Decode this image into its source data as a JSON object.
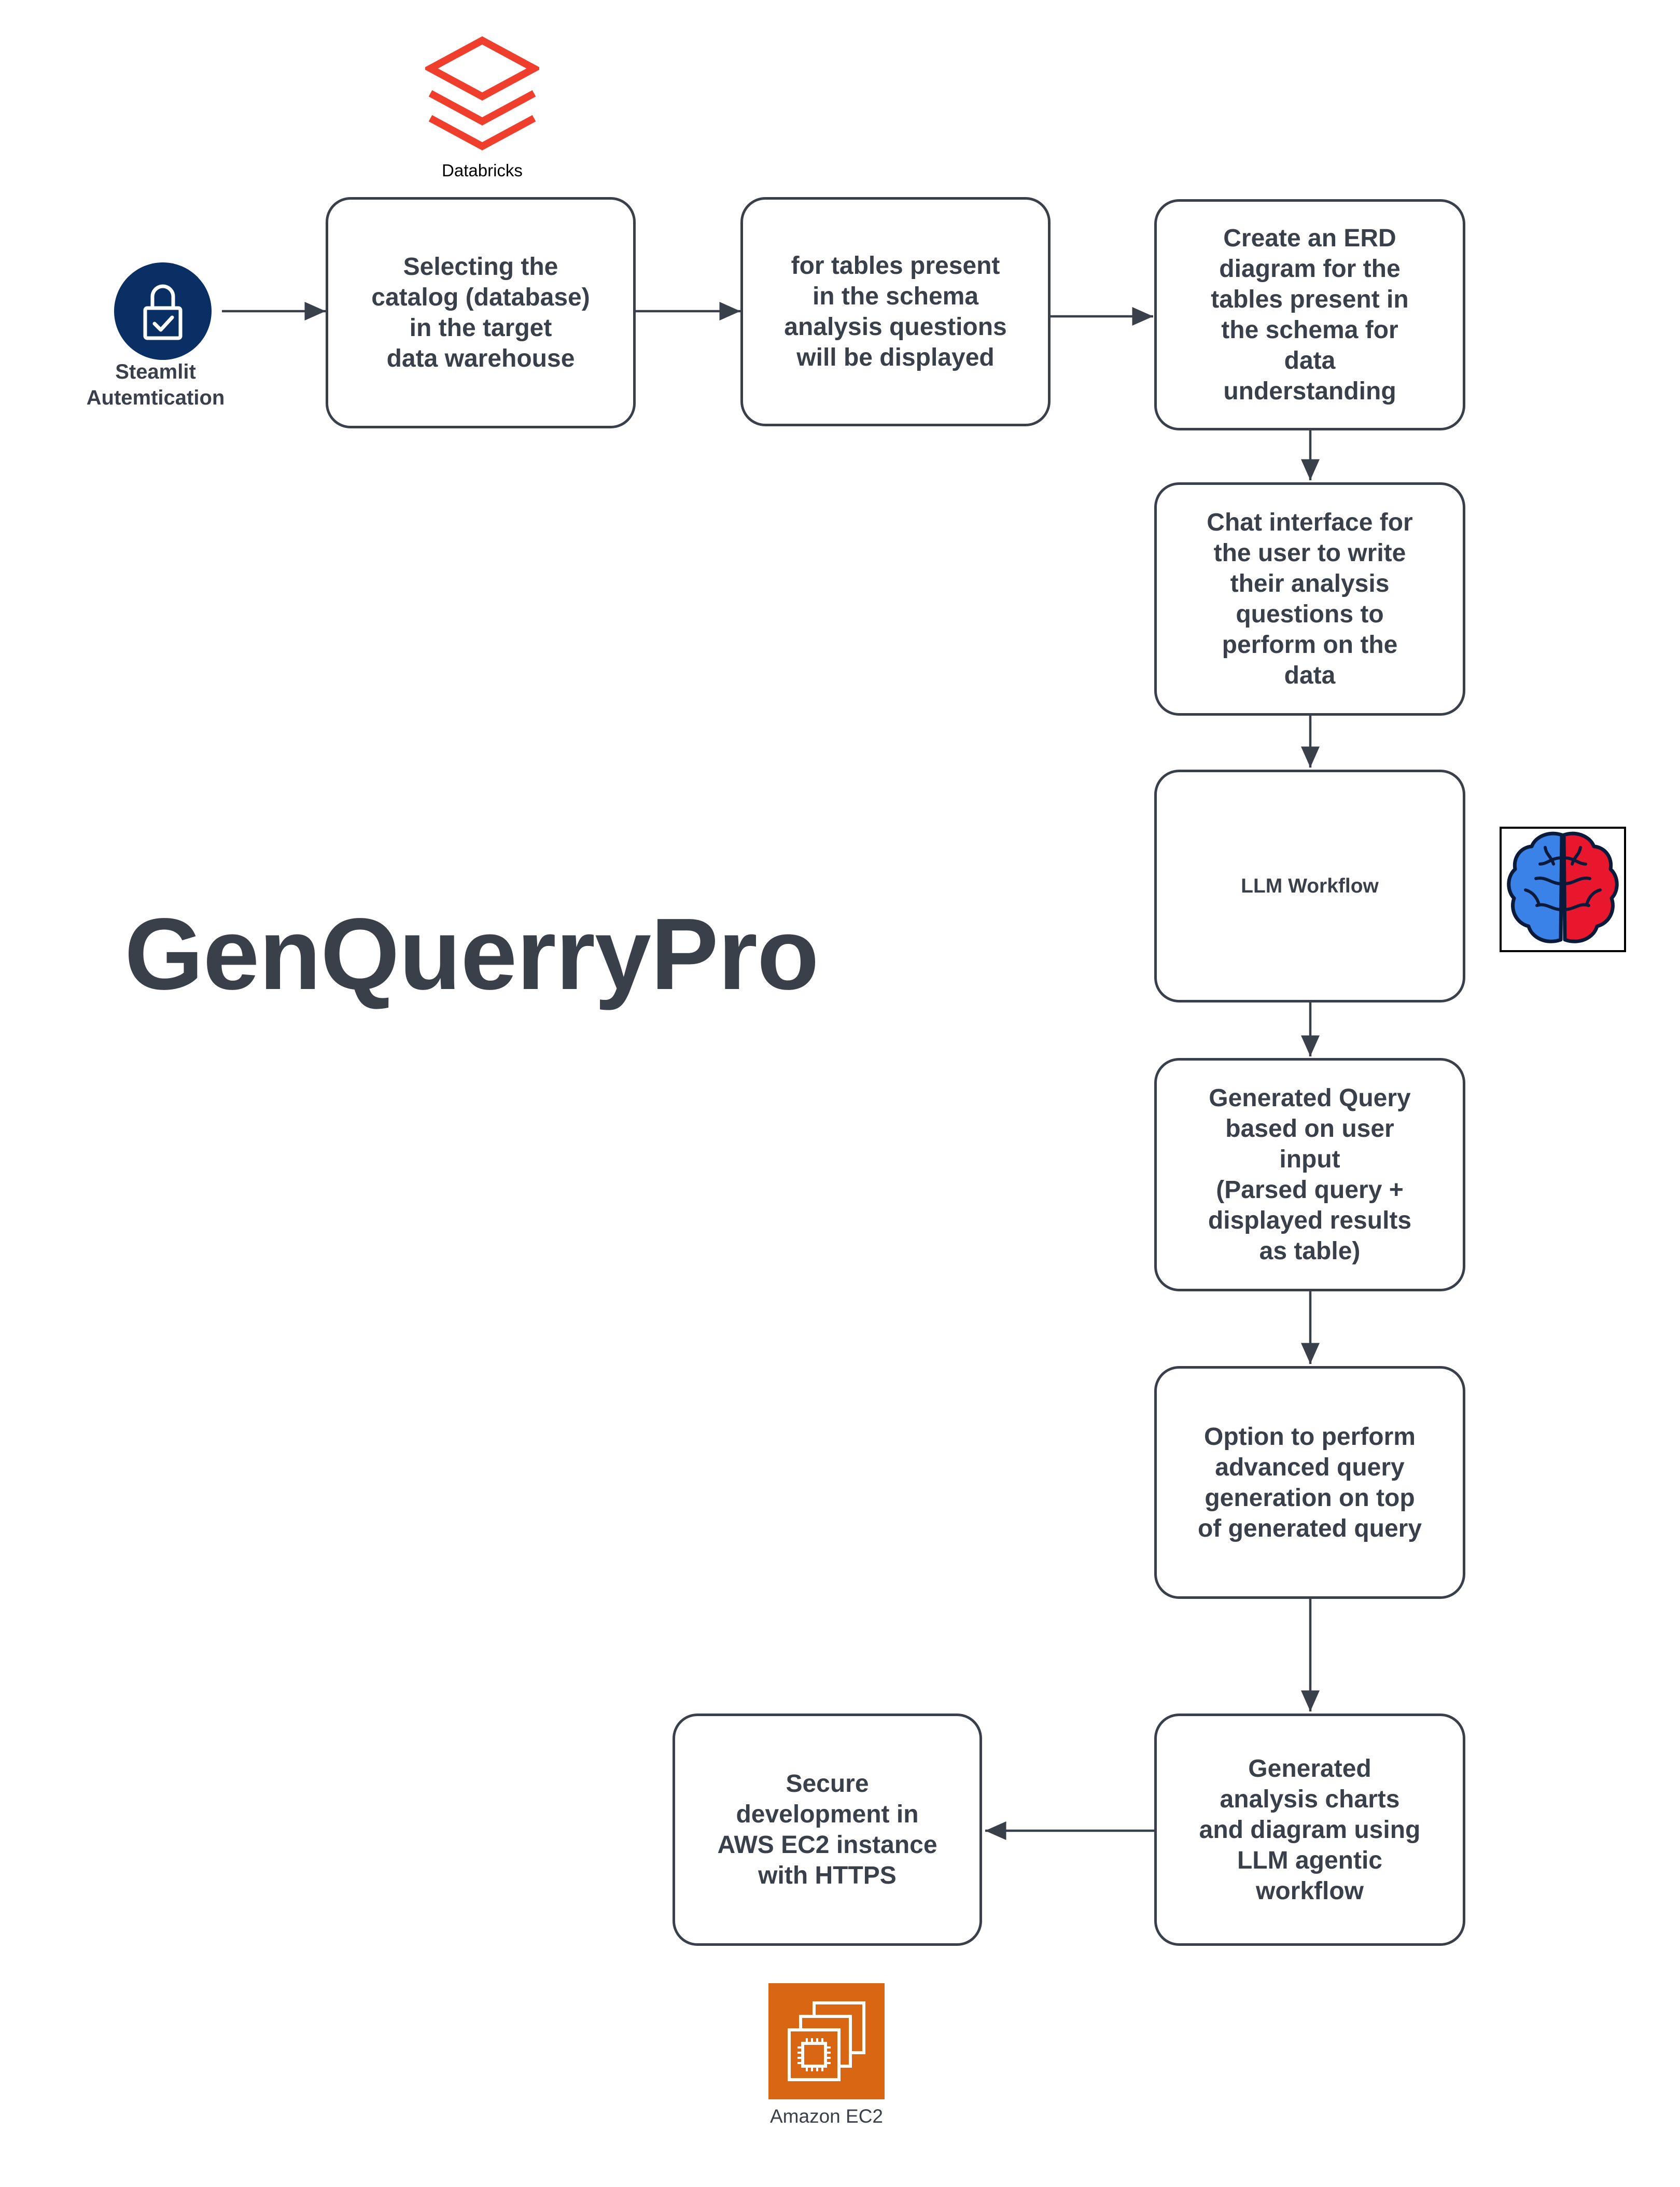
{
  "title": "GenQuerryPro",
  "icons": {
    "auth": {
      "name": "lock-icon",
      "label": "Steamlit\nAutemtication",
      "color": "#0a2f64"
    },
    "databricks": {
      "name": "databricks-logo-icon",
      "label": "Databricks",
      "color": "#ef3e2c"
    },
    "llm": {
      "name": "brain-icon",
      "left_color": "#3b82e8",
      "right_color": "#e8172e"
    },
    "ec2": {
      "name": "ec2-chip-icon",
      "label": "Amazon EC2",
      "color": "#d86613"
    }
  },
  "steps": [
    "Selecting the\ncatalog (database)\nin the target\ndata warehouse",
    "for tables present\nin the schema\nanalysis questions\nwill be displayed",
    "Create an ERD\ndiagram for the\ntables present in\nthe schema  for\ndata\nunderstanding",
    "Chat interface for\nthe user to write\ntheir analysis\nquestions to\nperform on the\ndata",
    "LLM Workflow",
    "Generated Query\nbased on user\ninput\n(Parsed query +\ndisplayed results\nas table)",
    "Option to perform\nadvanced query\ngeneration on top\nof generated query",
    "Generated\nanalysis charts\nand diagram using\nLLM agentic\nworkflow",
    "Secure\ndevelopment in\nAWS EC2 instance\nwith HTTPS"
  ]
}
